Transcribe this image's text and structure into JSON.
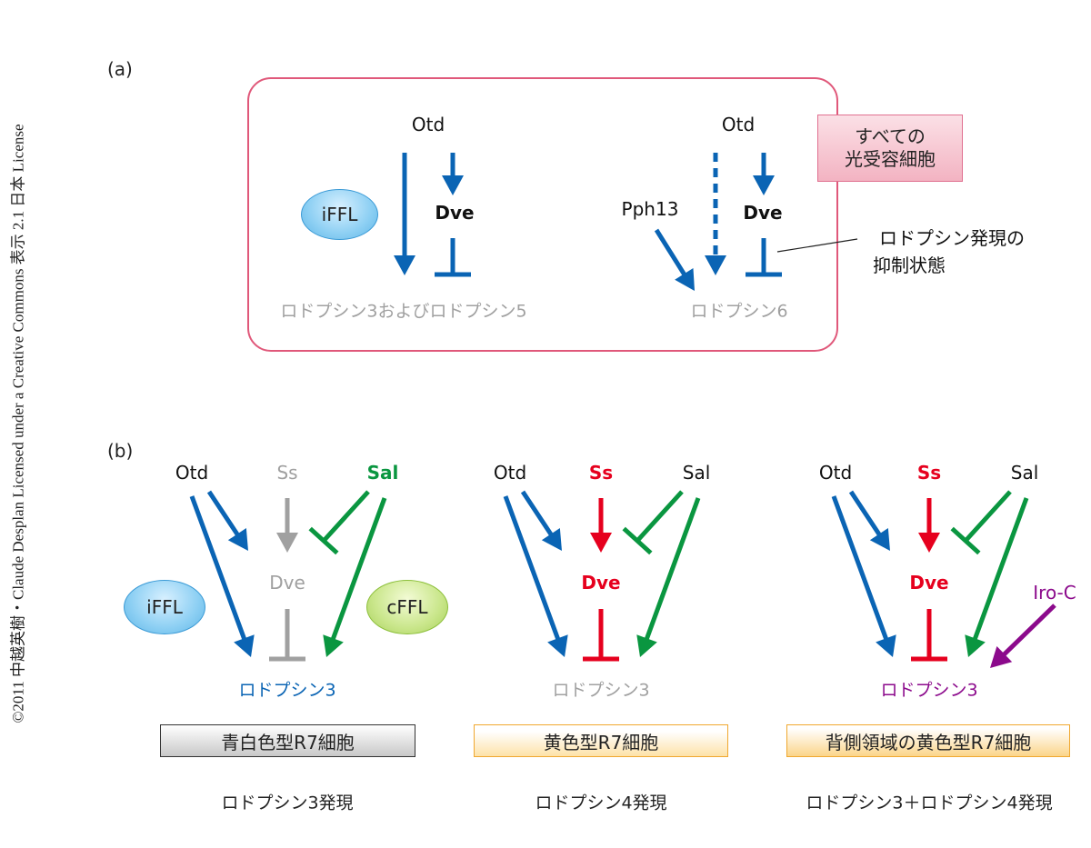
{
  "copyright": "©2011 中越英樹・Claude Desplan Licensed under a Creative Commons 表示 2.1 日本 License",
  "colors": {
    "blue": "#0a64b4",
    "green": "#0a9640",
    "red": "#e6001e",
    "gray": "#a0a0a0",
    "purple": "#8c0a8c",
    "pink_border": "#e0587a"
  },
  "panel_a": {
    "label": "(a)",
    "tag_line1": "すべての",
    "tag_line2": "光受容細胞",
    "left": {
      "motif": "iFFL",
      "top_node": "Otd",
      "mid_node": "Dve",
      "target": "ロドプシン3およびロドプシン5"
    },
    "right": {
      "top_node": "Otd",
      "side_node": "Pph13",
      "mid_node": "Dve",
      "target": "ロドプシン6",
      "callout_line1": "ロドプシン発現の",
      "callout_line2": "抑制状態"
    }
  },
  "panel_b": {
    "label": "(b)",
    "columns": [
      {
        "otd": "Otd",
        "ss": "Ss",
        "sal": "Sal",
        "dve": "Dve",
        "target": "ロドプシン3",
        "motif_left": "iFFL",
        "motif_right": "cFFL",
        "cell_type": "青白色型R7細胞",
        "expression": "ロドプシン3発現"
      },
      {
        "otd": "Otd",
        "ss": "Ss",
        "sal": "Sal",
        "dve": "Dve",
        "target": "ロドプシン3",
        "cell_type": "黄色型R7細胞",
        "expression": "ロドプシン4発現"
      },
      {
        "otd": "Otd",
        "ss": "Ss",
        "sal": "Sal",
        "dve": "Dve",
        "extra": "Iro-C",
        "target": "ロドプシン3",
        "cell_type": "背側領域の黄色型R7細胞",
        "expression": "ロドプシン3＋ロドプシン4発現"
      }
    ]
  }
}
